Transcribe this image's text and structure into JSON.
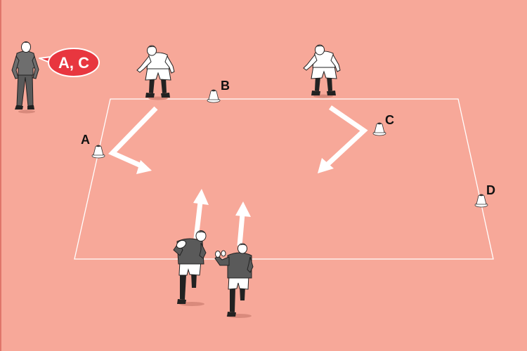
{
  "callout": {
    "text": "A, C",
    "color": "#e8363f"
  },
  "cones": [
    {
      "id": "a",
      "label": "A"
    },
    {
      "id": "b",
      "label": "B"
    },
    {
      "id": "c",
      "label": "C"
    },
    {
      "id": "d",
      "label": "D"
    }
  ],
  "colors": {
    "pitch": "#f7a899",
    "lines": "#ffffff",
    "attacker_shirt": "#555555",
    "defender_shirt": "#ffffff",
    "coach_shirt": "#6e6e6e"
  },
  "figures": {
    "coach": "coach-figure",
    "defenders": [
      "defender-left",
      "defender-right"
    ],
    "attackers": [
      "attacker-ball-carrier",
      "attacker-support"
    ]
  }
}
